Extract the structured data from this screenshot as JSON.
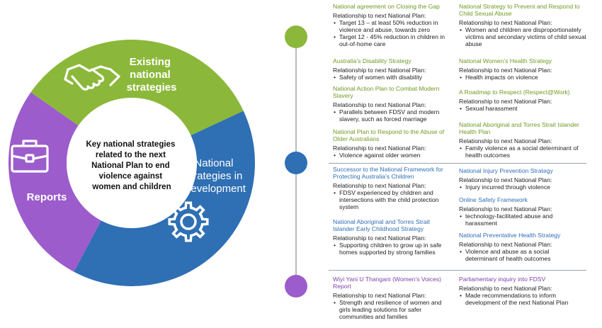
{
  "center": {
    "lines": [
      "Key national strategies",
      "related to the next",
      "National Plan to end",
      "violence against",
      "women and children"
    ]
  },
  "segments": {
    "existing": {
      "lines": [
        "Existing",
        "national",
        "strategies"
      ],
      "color": "#8bb83a",
      "icon": "handshake-icon"
    },
    "development": {
      "lines": [
        "National",
        "strategies in",
        "development"
      ],
      "color": "#2f6fb4",
      "icon": "gear-icon"
    },
    "reports": {
      "lines": [
        "Reports"
      ],
      "color": "#9c5ccc",
      "icon": "briefcase-icon"
    }
  },
  "timeline": {
    "dot_colors": [
      "#8bb83a",
      "#2f6fb4",
      "#9c5ccc"
    ]
  },
  "entries": {
    "e1": {
      "title": "National agreement on Closing the Gap",
      "rel": "Relationship to next National Plan:",
      "bullets": [
        "Target 13 – at least 50% reduction in violence and abuse, towards zero",
        "Target 12 - 45% reduction in children in out-of-home care"
      ]
    },
    "e2": {
      "title": "Australia’s Disability Strategy",
      "rel": "Relationship to next National Plan:",
      "bullets": [
        "Safety of women with disability"
      ]
    },
    "e3": {
      "title": "National Action Plan to Combat Modern Slavery",
      "rel": "Relationship to next National Plan:",
      "bullets": [
        "Parallels between FDSV and modern slavery, such as forced marriage"
      ]
    },
    "e4": {
      "title": "National Plan to Respond to the Abuse of Older Australians",
      "rel": "Relationship to next National Plan:",
      "bullets": [
        "Violence against older women"
      ]
    },
    "e5": {
      "title": "National Strategy to Prevent and Respond to Child Sexual Abuse",
      "rel": "Relationship to next National Plan:",
      "bullets": [
        "Women and children are disproportionately victims and secondary victims of child sexual abuse"
      ]
    },
    "e6": {
      "title": "National Women’s Health Strategy",
      "rel": "Relationship to next National Plan:",
      "bullets": [
        "Health impacts on violence"
      ]
    },
    "e7": {
      "title": "A Roadmap to Respect (Respect@Work)",
      "rel": "Relationship to next National Plan:",
      "bullets": [
        "Sexual harassment"
      ]
    },
    "e8": {
      "title": "National Aboriginal and Torres Strait Islander Health Plan",
      "rel": "Relationship to next National Plan:",
      "bullets": [
        "Family violence as a social determinant of health outcomes"
      ]
    },
    "e9": {
      "title": "Successor to the National Framework for Protecting Australia’s Children",
      "rel": "Relationship to next National Plan:",
      "bullets": [
        "FDSV experienced by children and intersections with the child protection system"
      ]
    },
    "e10": {
      "title": "National Aboriginal and Torres Strait Islander Early Childhood Strategy",
      "rel": "Relationship to next National Plan:",
      "bullets": [
        "Supporting children to grow up in safe homes supported by strong families"
      ]
    },
    "e11": {
      "title": "National Injury Prevention Strategy",
      "rel": "Relationship to next National Plan:",
      "bullets": [
        "Injury incurred through violence"
      ]
    },
    "e12": {
      "title": "Online Safety Framework",
      "rel": "Relationship to next National Plan:",
      "bullets": [
        "technology-facilitated abuse and harassment"
      ]
    },
    "e13": {
      "title": "National Preventative Health Strategy",
      "rel": "Relationship to next National Plan:",
      "bullets": [
        "Violence and abuse as a social determinant of health outcomes"
      ]
    },
    "e14": {
      "title": "Wiyi Yani U Thangani (Women’s Voices) Report",
      "rel": "Relationship to next National Plan:",
      "bullets": [
        "Strength and resilience of women and girls leading solutions for safer communities and families"
      ]
    },
    "e15": {
      "title": "Parliamentary inquiry into FDSV",
      "rel": "Relationship to next National Plan:",
      "bullets": [
        "Made recommendations to inform development of the next National Plan"
      ]
    }
  }
}
